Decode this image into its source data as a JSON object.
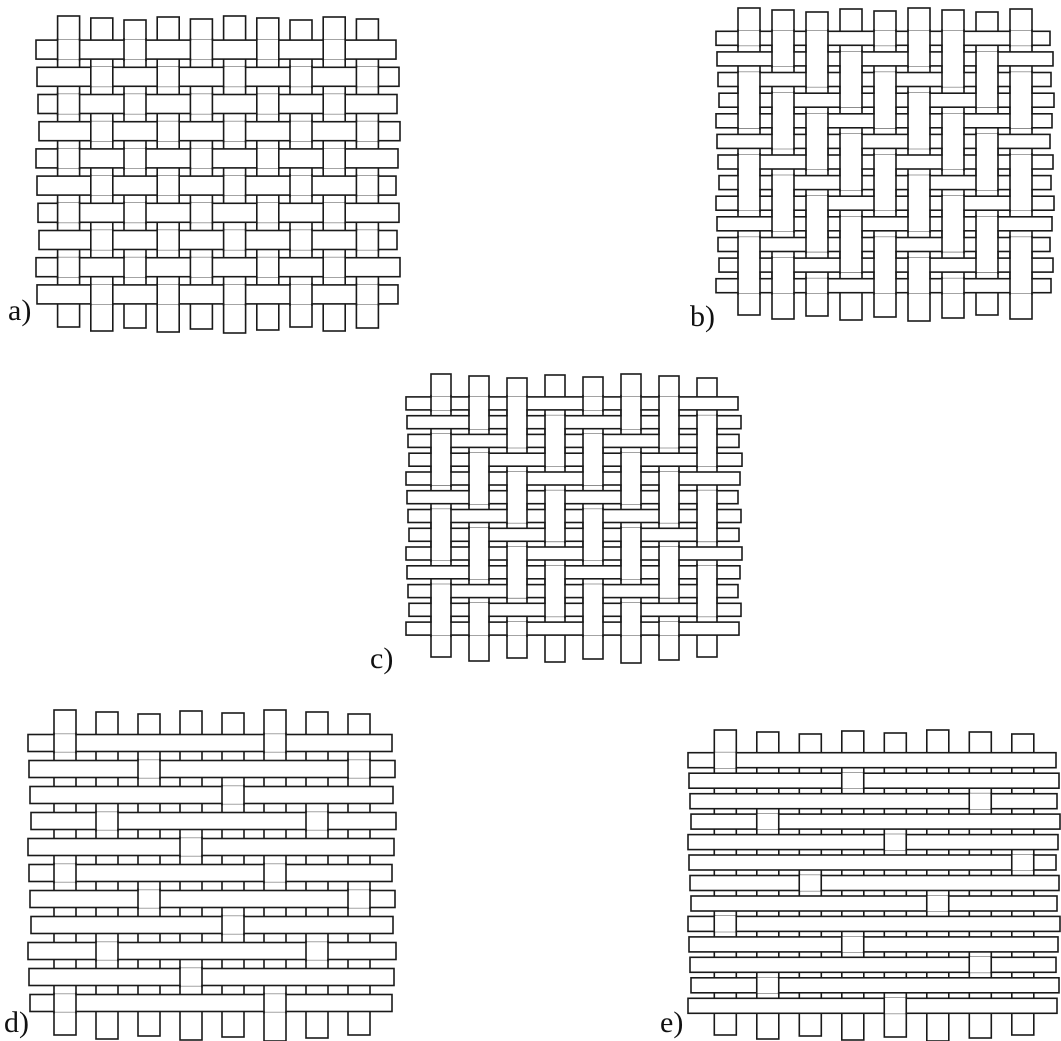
{
  "figure": {
    "background": "#ffffff",
    "ink": "#1a1a1a",
    "panels": [
      {
        "id": "a",
        "label": "a)",
        "pattern": "1/1",
        "warp_over": 1,
        "weft_over": 1,
        "shift": 1,
        "warps": 10,
        "wefts": 10
      },
      {
        "id": "b",
        "label": "b)",
        "pattern": "3/1",
        "warp_over": 3,
        "weft_over": 1,
        "shift": 1,
        "warps": 9,
        "wefts": 13
      },
      {
        "id": "c",
        "label": "c)",
        "pattern": "3/1",
        "warp_over": 3,
        "weft_over": 1,
        "shift": 1,
        "warps": 8,
        "wefts": 13
      },
      {
        "id": "d",
        "label": "d)",
        "pattern": "1/4",
        "warp_over": 1,
        "weft_over": 4,
        "shift": 2,
        "warps": 8,
        "wefts": 11
      },
      {
        "id": "e",
        "label": "e)",
        "pattern": "1/7",
        "warp_over": 1,
        "weft_over": 7,
        "shift": 3,
        "warps": 8,
        "wefts": 13
      }
    ]
  }
}
